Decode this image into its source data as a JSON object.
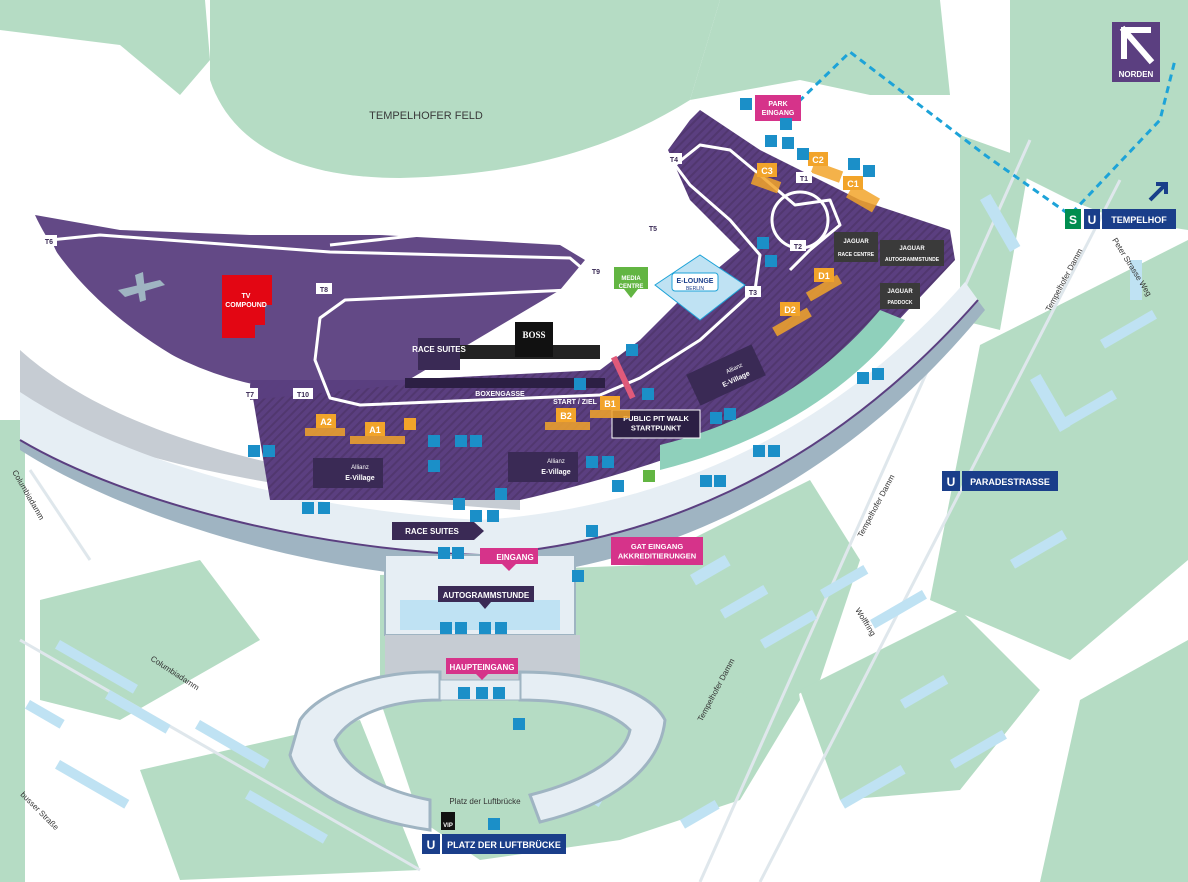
{
  "colors": {
    "park": "#b5dcc4",
    "water": "#bfe2f3",
    "track_area": "#5b3f80",
    "track_border": "#ffffff",
    "building": "#e6eef4",
    "building_shadow": "#9fb4c2",
    "hall": "#c6ccd3",
    "pink": "#d6338a",
    "blue": "#1a3e8a",
    "orange": "#f2a42a",
    "green": "#62b542",
    "red": "#e30613",
    "walk": "#1da3d8",
    "icon_blue": "#1b8fc8"
  },
  "north": {
    "label": "NORDEN",
    "icon": "north-arrow-icon"
  },
  "area_labels": {
    "tempelhofer_feld": "TEMPELHOFER FELD",
    "platz_der_luftbruecke_text": "Platz der Luftbrücke"
  },
  "streets": {
    "columbiadamm": "Columbiadamm",
    "columbiadamm_top": "Columbiadamm",
    "tempelhofer_damm_1": "Tempelhofer Damm",
    "tempelhofer_damm_2": "Tempelhofer Damm",
    "tempelhofer_damm_3": "Tempelhofer Damm",
    "peter_strasse_weg": "Peter Strasse Weg",
    "wolffring": "Wolffring",
    "dudenstrasse": "busser Straße"
  },
  "turns": [
    "T1",
    "T2",
    "T3",
    "T4",
    "T5",
    "T6",
    "T7",
    "T8",
    "T9",
    "T10"
  ],
  "grandstands": {
    "A1": "A1",
    "A2": "A2",
    "B1": "B1",
    "B2": "B2",
    "C1": "C1",
    "C2": "C2",
    "C3": "C3",
    "D1": "D1",
    "D2": "D2"
  },
  "labels": {
    "park_eingang": "PARK EINGANG",
    "tv_compound": "TV COMPOUND",
    "race_suites": "RACE SUITES",
    "boss": "BOSS",
    "boxengasse": "BOXENGASSE",
    "start_ziel": "START / ZIEL",
    "public_pit_walk": "PUBLIC PIT WALK STARTPUNKT",
    "media_centre": "MEDIA CENTRE",
    "e_lounge": "E-LOUNGE",
    "e_lounge_sub": "BERLIN",
    "e_village": "E-Village",
    "allianz": "Allianz",
    "jaguar": "JAGUAR",
    "race_centre": "RACE CENTRE",
    "autogrammstunde": "AUTOGRAMMSTUNDE",
    "paddock": "PADDOCK",
    "race_suites_2": "RACE SUITES",
    "eingang": "EINGANG",
    "gat_eingang": "GAT EINGANG AKKREDITIERUNGEN",
    "autogrammstunde_2": "AUTOGRAMMSTUNDE",
    "haupteingang": "HAUPTEINGANG",
    "vip": "VIP"
  },
  "transit": {
    "tempelhof": "TEMPELHOF",
    "paradestrasse": "PARADESTRASSE",
    "platz_der_luftbruecke": "PLATZ DER LUFTBRÜCKE",
    "s": "S",
    "u": "U"
  }
}
